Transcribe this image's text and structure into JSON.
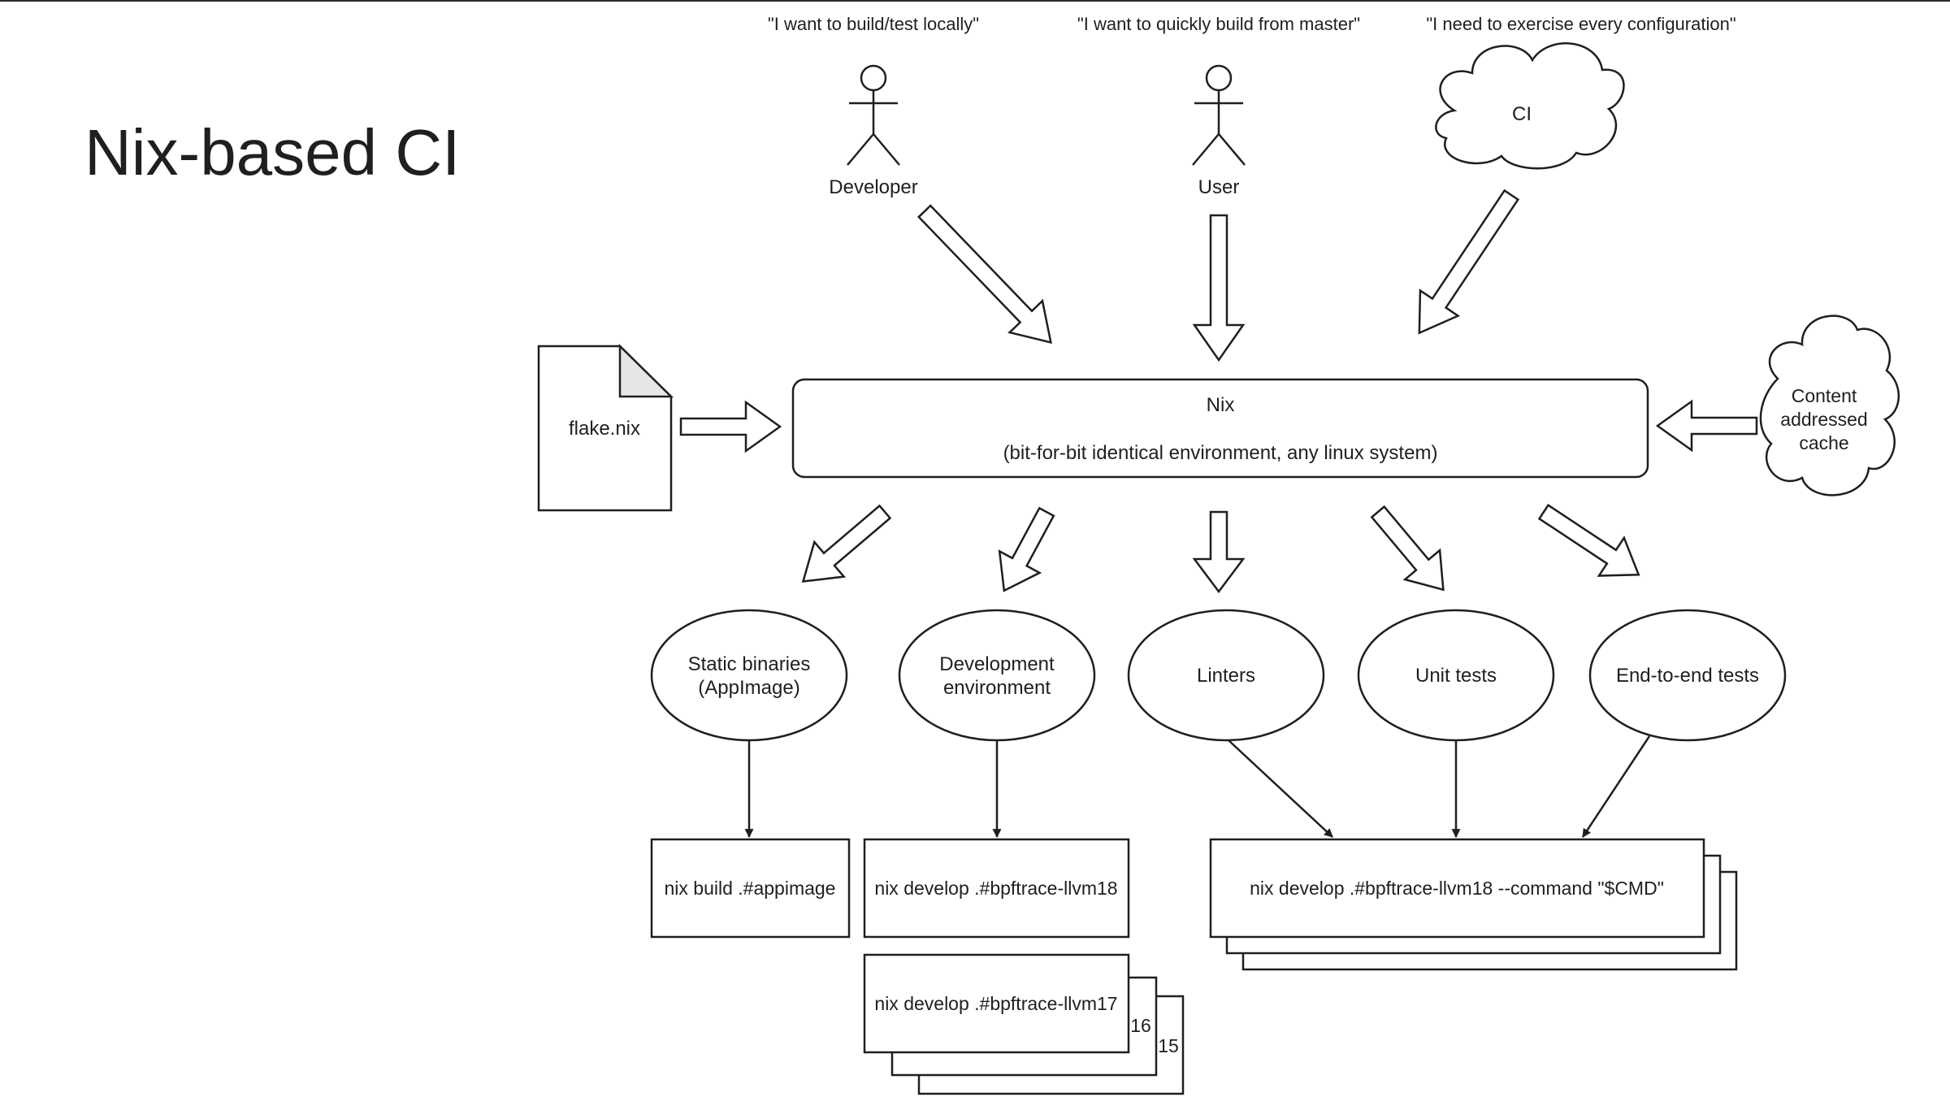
{
  "slide": {
    "title": "Nix-based CI"
  },
  "quotes": {
    "developer": "\"I want to build/test locally\"",
    "user": "\"I want to quickly build from master\"",
    "ci": "\"I need to exercise every configuration\""
  },
  "actors": {
    "developer": "Developer",
    "user": "User",
    "ci": "CI"
  },
  "inputs": {
    "flake": "flake.nix",
    "cache_line1": "Content",
    "cache_line2": "addressed",
    "cache_line3": "cache"
  },
  "nix_box": {
    "title": "Nix",
    "subtitle": "(bit-for-bit identical environment, any linux system)"
  },
  "outputs": {
    "static_line1": "Static binaries",
    "static_line2": "(AppImage)",
    "dev_line1": "Development",
    "dev_line2": "environment",
    "linters": "Linters",
    "unit_tests": "Unit tests",
    "e2e_tests": "End-to-end tests"
  },
  "commands": {
    "appimage": "nix build .#appimage",
    "develop_llvm18": "nix develop .#bpftrace-llvm18",
    "develop_llvm17": "nix develop .#bpftrace-llvm17",
    "stack_16": "16",
    "stack_15": "15",
    "command": "nix develop .#bpftrace-llvm18 --command \"$CMD\""
  },
  "colors": {
    "stroke": "#1f1f1f",
    "fill": "#ffffff",
    "page_fold": "#e6e6e6"
  }
}
